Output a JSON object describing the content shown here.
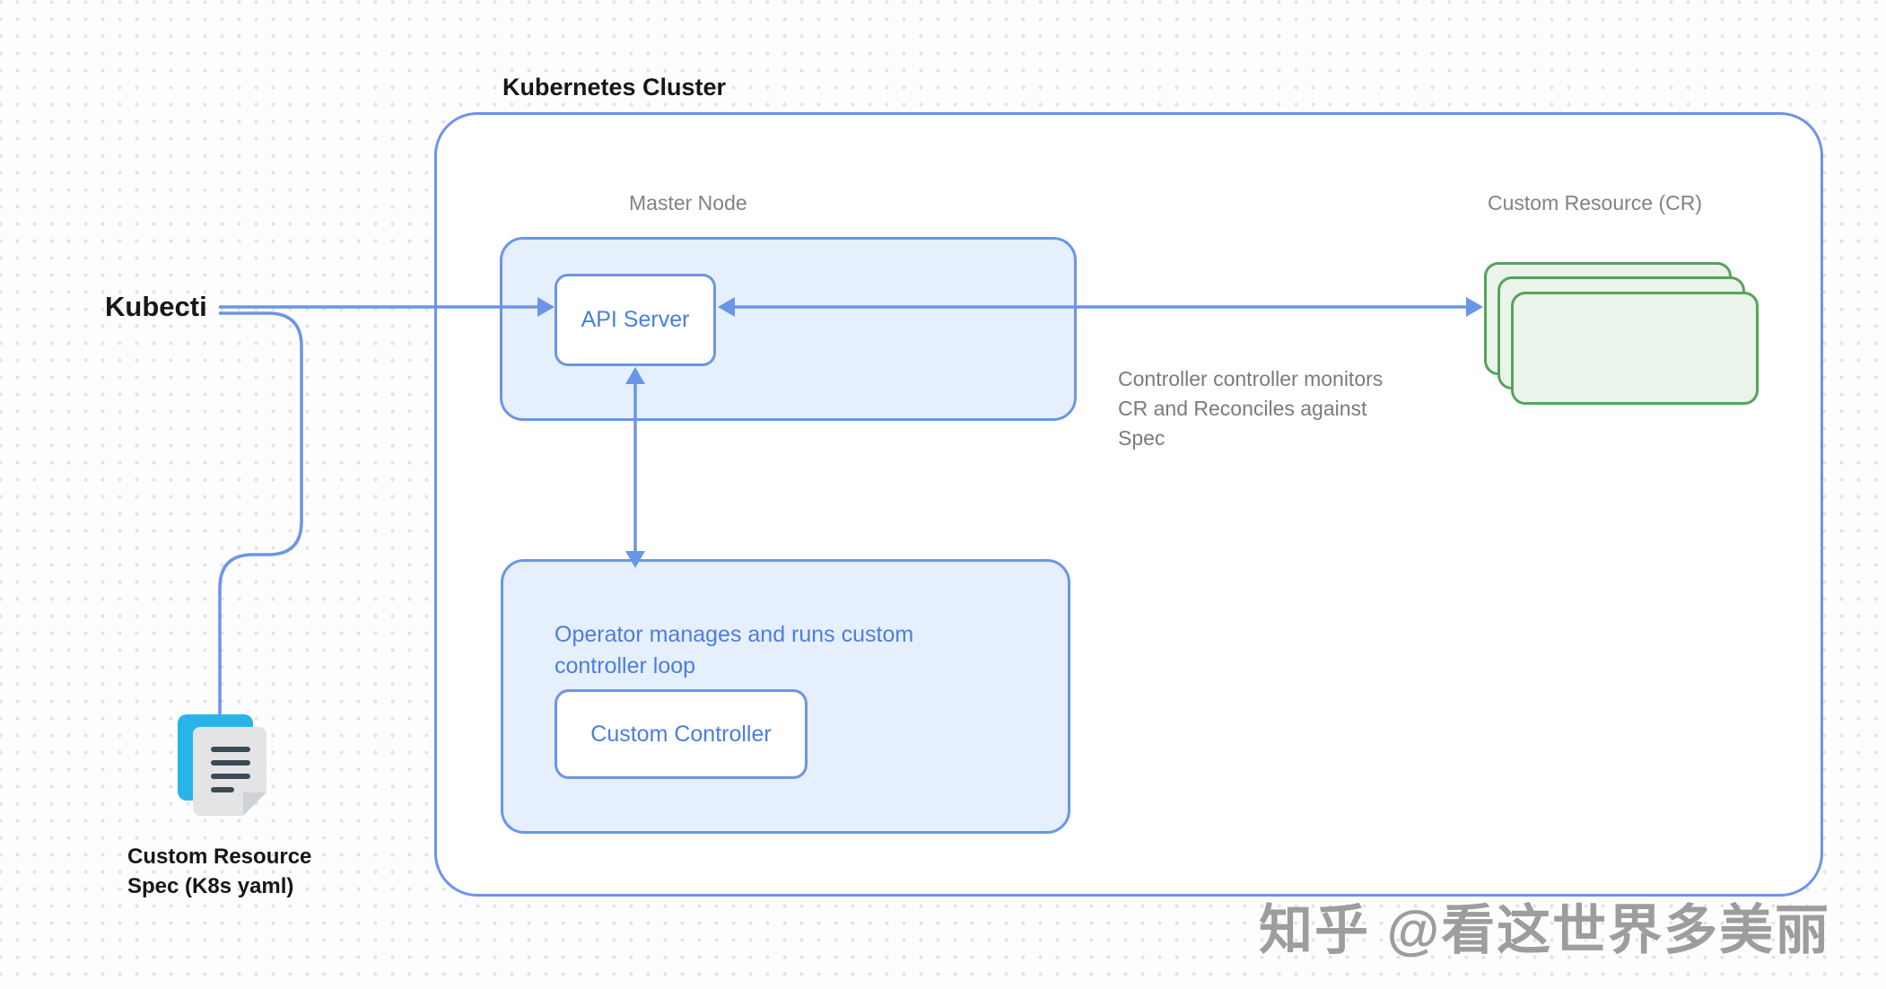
{
  "colors": {
    "accent_blue": "#6b95e8",
    "box_fill_blue": "#e6f0fc",
    "text_blue": "#4b7de2",
    "green_border": "#57a35c",
    "green_fill": "#eaf4ea",
    "icon_cyan": "#27b5e9",
    "label_gray": "#828282",
    "note_gray": "#7b7b7b",
    "text_dark": "#161616",
    "watermark_gray": "#9d9d9d"
  },
  "cluster": {
    "title": "Kubernetes Cluster"
  },
  "master_node": {
    "label": "Master Node",
    "api_server_label": "API Server"
  },
  "operator": {
    "description_lines": [
      "Operator manages and runs custom",
      "controller loop"
    ],
    "controller_label": "Custom Controller"
  },
  "custom_resource": {
    "label": "Custom Resource (CR)",
    "card_count": 3
  },
  "monitor_note": {
    "lines": [
      "Controller controller monitors",
      "CR and Reconciles against",
      "Spec"
    ]
  },
  "kubecti": {
    "label": "Kubecti"
  },
  "spec_doc": {
    "caption_lines": [
      "Custom Resource",
      "Spec (K8s yaml)"
    ]
  },
  "watermark": {
    "text": "知乎 @看这世界多美丽"
  }
}
